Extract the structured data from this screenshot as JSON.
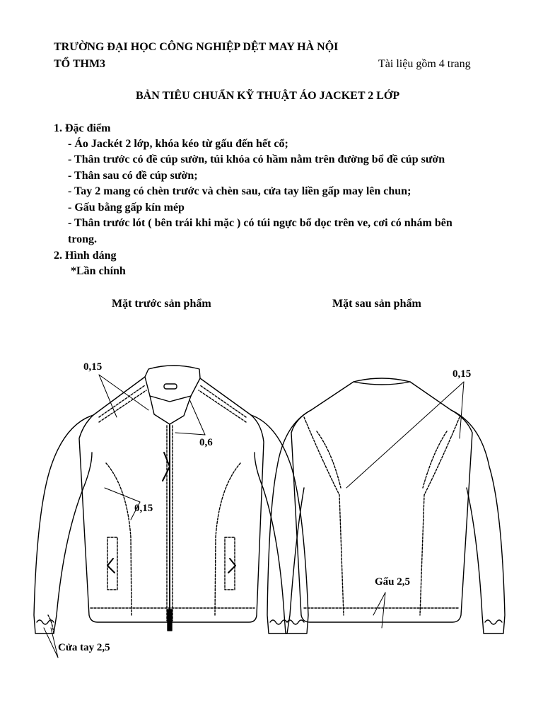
{
  "header": {
    "school": "TRƯỜNG ĐẠI HỌC CÔNG NGHIỆP DỆT MAY HÀ NỘI",
    "group": "TỔ THM3",
    "pages": "Tài liệu gồm 4 trang"
  },
  "title": "BẢN TIÊU CHUẨN KỸ THUẬT ÁO JACKET 2 LỚP",
  "section1": {
    "heading": "1. Đặc điểm",
    "items": [
      "- Áo Jackét 2 lớp, khóa kéo từ gấu đến hết cổ;",
      "- Thân trước có đề cúp sườn, túi khóa có hầm nằm trên đường bổ đề cúp sườn",
      "- Thân sau có đề cúp sườn;",
      "- Tay 2 mang có chèn trước và chèn sau, cửa tay liền gấp may lên chun;",
      "- Gấu bằng gấp kín mép",
      "- Thân trước lót ( bên trái khi mặc ) có túi ngực bổ dọc trên ve, cơi có nhám bên",
      "trong."
    ]
  },
  "section2": {
    "heading": "2. Hình dáng",
    "sub": "*Lần chính",
    "front_label": "Mặt trước sản phẩm",
    "back_label": "Mặt sau sản phẩm"
  },
  "annotations": {
    "shoulder_front": "0,15",
    "zipper": "0,6",
    "side_front": "0,15",
    "back_seam": "0,15",
    "hem": "Gấu 2,5",
    "cuff": "Cửa tay 2,5"
  }
}
